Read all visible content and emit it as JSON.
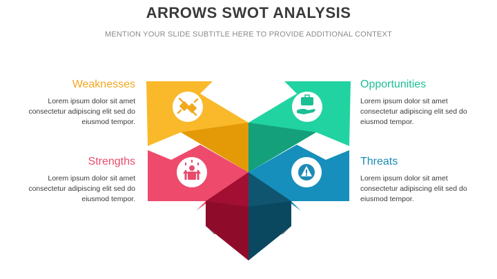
{
  "title": "ARROWS SWOT ANALYSIS",
  "subtitle": "MENTION YOUR SLIDE SUBTITLE HERE TO PROVIDE ADDITIONAL CONTEXT",
  "quadrants": [
    {
      "key": "weaknesses",
      "label": "Weaknesses",
      "text": "Lorem ipsum dolor sit amet consectetur adipiscing elit sed do eiusmod tempor.",
      "color": "#f2a81d",
      "icon": "unplugged-icon"
    },
    {
      "key": "opportunities",
      "label": "Opportunities",
      "text": "Lorem ipsum dolor sit amet consectetur adipiscing elit sed do eiusmod tempor.",
      "color": "#1bbf94",
      "icon": "briefcase-hand-icon"
    },
    {
      "key": "strengths",
      "label": "Strengths",
      "text": "Lorem ipsum dolor sit amet consectetur adipiscing elit sed do eiusmod tempor.",
      "color": "#e84b6b",
      "icon": "growth-person-icon"
    },
    {
      "key": "threats",
      "label": "Threats",
      "text": "Lorem ipsum dolor sit amet consectetur adipiscing elit sed do eiusmod tempor.",
      "color": "#1c8bb5",
      "icon": "warning-icon"
    }
  ]
}
